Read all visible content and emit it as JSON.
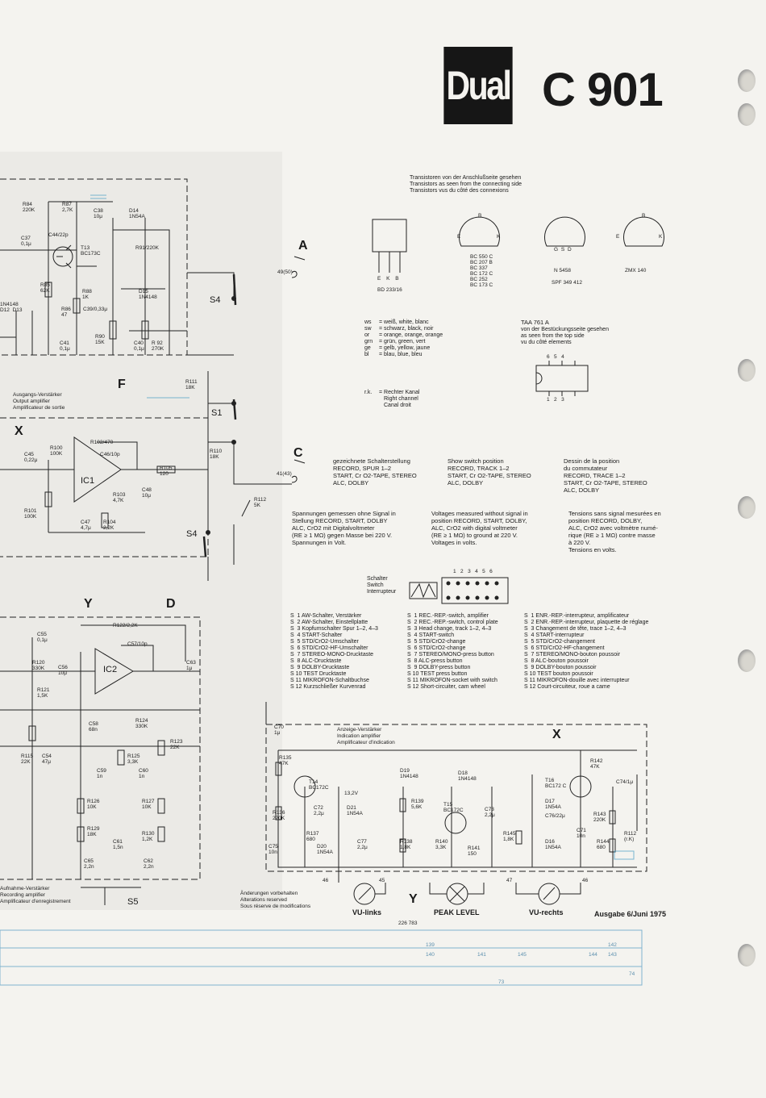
{
  "header": {
    "logo": "Dual",
    "model": "C 901"
  },
  "transistor_note": [
    "Transistoren von der Anschlußseite gesehen",
    "Transistors as seen from the connecting side",
    "Transistors vus du côté des connexions"
  ],
  "packages": {
    "bd": {
      "pins": "E K B",
      "name": "BD 233/16"
    },
    "bc": {
      "e": "E",
      "k": "K",
      "b": "B",
      "types": [
        "BC 550 C",
        "BC 207 B",
        "BC 337",
        "BC 172 C",
        "BC 252",
        "BC 173 C"
      ]
    },
    "fet": {
      "pins": "G S D",
      "name1": "N 5458",
      "name2": "SPF 349 412"
    },
    "zmx": {
      "e": "E",
      "k": "K",
      "b": "B",
      "name": "ZMX 140"
    }
  },
  "colors_legend": [
    {
      "code": "ws",
      "text": "= weiß, white, blanc"
    },
    {
      "code": "sw",
      "text": "= schwarz, black, noir"
    },
    {
      "code": "or",
      "text": "= orange, orange, orange"
    },
    {
      "code": "grn",
      "text": "= grün, green, vert"
    },
    {
      "code": "ge",
      "text": "= gelb, yellow, jaune"
    },
    {
      "code": "bl",
      "text": "= blau, blue, bleu"
    }
  ],
  "taa": {
    "title": "TAA 761 A",
    "lines": [
      "von der Bestückungsseite gesehen",
      "as seen from the top side",
      "vu du côté elements"
    ],
    "top_pins": "6   5   4",
    "bottom_pins": "1   2   3"
  },
  "rk": {
    "code": "r.k.",
    "lines": [
      "= Rechter Kanal",
      "Right channel",
      "Canal droit"
    ]
  },
  "switch_pos": {
    "de": [
      "gezeichnete Schalterstellung",
      "RECORD, SPUR 1–2",
      "START, Cr O2-TAPE, STEREO",
      "ALC, DOLBY"
    ],
    "en": [
      "Show switch position",
      "RECORD, TRACK 1–2",
      "START, Cr O2-TAPE, STEREO",
      "ALC, DOLBY"
    ],
    "fr": [
      "Dessin de la position",
      "du commutateur",
      "RECORD, TRACE 1–2",
      "START, Cr O2-TAPE, STEREO",
      "ALC, DOLBY"
    ]
  },
  "voltages": {
    "de": [
      "Spannungen gemessen ohne Signal in",
      "Stellung RECORD, START, DOLBY",
      "ALC, CrO2 mit Digitalvoltmeter",
      "(RE ≥ 1 MΩ) gegen Masse bei 220 V.",
      "Spannungen in Volt."
    ],
    "en": [
      "Voltages measured without signal in",
      "position RECORD, START, DOLBY,",
      "ALC, CrO2 with digital voltmeter",
      "(RE ≥ 1 MΩ) to ground at 220 V.",
      "Voltages in volts."
    ],
    "fr": [
      "Tensions sans signal mesurées en",
      "position RECORD, DOLBY,",
      "ALC, CrO2 avec voltmètre numé-",
      "rique (RE ≥ 1 MΩ) contre masse",
      "à 220 V.",
      "Tensions en volts."
    ]
  },
  "switch_diagram": {
    "label": [
      "Schalter",
      "Switch",
      "Interrupteur"
    ],
    "numbers": "1   2   3   4   5   6"
  },
  "switch_list": {
    "de": [
      "S  1 AW-Schalter, Verstärker",
      "S  2 AW-Schalter, Einstellplatte",
      "S  3 Kopfumschalter Spur 1–2, 4–3",
      "S  4 START-Schalter",
      "S  5 STD/CrO2-Umschalter",
      "S  6 STD/CrO2-HF-Umschalter",
      "S  7 STEREO-MONO-Drucktaste",
      "S  8 ALC-Drucktaste",
      "S  9 DOLBY-Drucktaste",
      "S 10 TEST Drucktaste",
      "S 11 MIKROFON-Schaltbuchse",
      "S 12 Kurzschließer Kurvenrad"
    ],
    "en": [
      "S  1 REC.-REP.-switch, amplifier",
      "S  2 REC.-REP.-switch, control plate",
      "S  3 Head change, track 1–2, 4–3",
      "S  4 START-switch",
      "S  5 STD/CrO2-change",
      "S  6 STD/CrO2-change",
      "S  7 STEREO/MONO-press button",
      "S  8 ALC-press button",
      "S  9 DOLBY-press button",
      "S 10 TEST press button",
      "S 11 MIKROFON-socket with switch",
      "S 12 Short-circuiter, cam wheel"
    ],
    "fr": [
      "S  1 ENR.-REP.-interrupteur, amplificateur",
      "S  2 ENR.-REP.-interrupteur, plaquette de réglage",
      "S  3 Changement de tête, trace 1–2, 4–3",
      "S  4 START-interrupteur",
      "S  5 STD/CrO2-changement",
      "S  6 STD/CrO2-HF-changement",
      "S  7 STEREO/MONO-bouton poussoir",
      "S  8 ALC-bouton poussoir",
      "S  9 DOLBY-bouton poussoir",
      "S 10 TEST bouton poussoir",
      "S 11 MIKROFON-douille avec interrupteur",
      "S 12 Court-circuiteur, roue a came"
    ]
  },
  "blocks": {
    "output": [
      "Ausgangs-Verstärker",
      "Output amplifier",
      "Amplificateur de sortie"
    ],
    "recording": [
      "Aufnahme-Verstärker",
      "Recording amplifier",
      "Amplificateur d'enregistrement"
    ],
    "indication": [
      "Anzeige-Verstärker",
      "Indication amplifier",
      "Amplificateur d'indication"
    ]
  },
  "markers": {
    "A": "A",
    "C": "C",
    "F": "F",
    "X": "X",
    "Y": "Y",
    "D": "D",
    "conn_a": "49(50)",
    "conn_c": "41(43)"
  },
  "switches": {
    "s4a": "S4",
    "s1": "S1",
    "s4b": "S4",
    "s5": "S5"
  },
  "components_top": [
    "R84\n220K",
    "R87\n2,7K",
    "C38\n10μ",
    "D14\n1N54A",
    "C37\n0,1μ",
    "C44/22p",
    "T13\nBC173C",
    "R91/220K",
    "R85\n62K",
    "R88\n1K",
    "D15\n1N4148",
    "1N4148\nD12  D13",
    "R86\n47",
    "C39/0,33μ",
    "C41\n0,1μ",
    "R90\n15K",
    "C40\n0,1μ",
    "R 92\n270K",
    "R111\n18K"
  ],
  "components_mid": [
    "C45\n0,22μ",
    "R100\n100K",
    "R102/470",
    "C46/10p",
    "IC1",
    "R105\n120",
    "C48\n10μ",
    "R103\n4,7K",
    "R101\n100K",
    "C47\n4,7μ",
    "R104\n2,2K",
    "R110\n18K",
    "R112\n5K"
  ],
  "components_low": [
    "C55\n0,1μ",
    "R122/2,2K",
    "C57/10p",
    "IC2",
    "C63\n1μ",
    "R120\n330K",
    "C56\n10μ",
    "R121\n1,5K",
    "C58\n68n",
    "R124\n330K",
    "R123\n22K",
    "R115\n22K",
    "C54\n47μ",
    "R125\n3,3K",
    "C59\n1n",
    "C60\n1n",
    "R126\n10K",
    "R127\n10K",
    "R129\n18K",
    "C61\n1,5n",
    "R130\n1,2K",
    "C65\n2,2n",
    "C62\n2,2n"
  ],
  "components_ind": [
    "C70\n1μ",
    "R135\n47K",
    "T14\nBC172C",
    "13,2V",
    "D19\n1N4148",
    "D18\n1N4148",
    "T16\nBC172 C",
    "R142\n47K",
    "C74/1μ",
    "R136\n220K",
    "C72\n2,2μ",
    "D21\n1N54A",
    "R139\n5,6K",
    "T15\nBC172C",
    "C73\n2,2μ",
    "D17\n1N54A",
    "C76/22μ",
    "R143\n220K",
    "R137\n680",
    "C77\n2,2μ",
    "R145\n1,8K",
    "C71\n10n",
    "R144\n680",
    "R112\n(r.K)",
    "C75\n10n",
    "D20\n1N54A",
    "R138\n1,8K",
    "R140\n3,3K",
    "R141\n150",
    "D16\n1N54A"
  ],
  "meters": {
    "left": "VU-links",
    "center": "PEAK LEVEL",
    "right": "VU-rechts",
    "pins": [
      "46",
      "45",
      "47",
      "46"
    ],
    "y": "Y"
  },
  "footer": {
    "changes": [
      "Änderungen vorbehalten",
      "Alterations reserved",
      "Sous réserve de modifications"
    ],
    "part_no": "226 783",
    "edition": "Ausgabe 6/Juni 1975"
  },
  "grid_numbers": [
    "139",
    "140",
    "141",
    "145",
    "144",
    "143",
    "142",
    "73",
    "74"
  ]
}
